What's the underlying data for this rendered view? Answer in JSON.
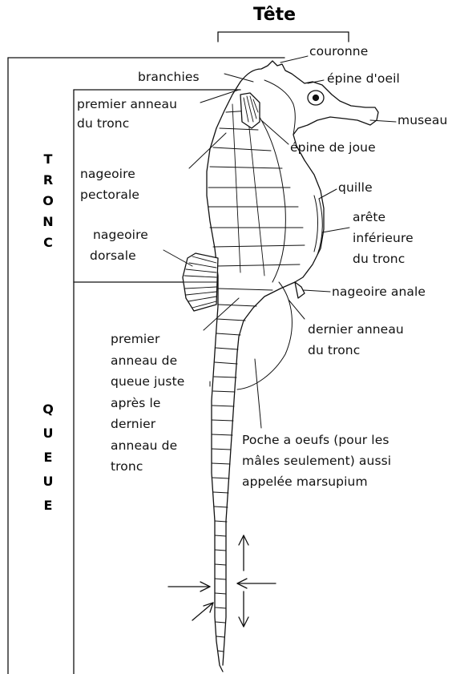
{
  "title": "Tête",
  "sections": {
    "trunk": [
      "T",
      "R",
      "O",
      "N",
      "C"
    ],
    "tail": [
      "Q",
      "U",
      "E",
      "U",
      "E"
    ]
  },
  "labels": {
    "couronne": "couronne",
    "branchies": "branchies",
    "epine_oeil": "épine d'oeil",
    "museau": "museau",
    "premier_anneau_tronc": [
      "premier anneau",
      "du tronc"
    ],
    "epine_joue": "épine de joue",
    "nageoire_pectorale": [
      "nageoire",
      "pectorale"
    ],
    "quille": "quille",
    "arete_inferieure": [
      "arête",
      "inférieure",
      "du tronc"
    ],
    "nageoire_dorsale": [
      "nageoire",
      "dorsale"
    ],
    "nageoire_anale": "nageoire anale",
    "dernier_anneau": [
      "dernier anneau",
      "du tronc"
    ],
    "premier_anneau_queue": [
      "premier",
      "anneau de",
      "queue juste",
      "après le",
      "dernier",
      "anneau de",
      "tronc"
    ],
    "poche": [
      "Poche a oeufs (pour les",
      "mâles seulement) aussi",
      "appelée marsupium"
    ]
  }
}
